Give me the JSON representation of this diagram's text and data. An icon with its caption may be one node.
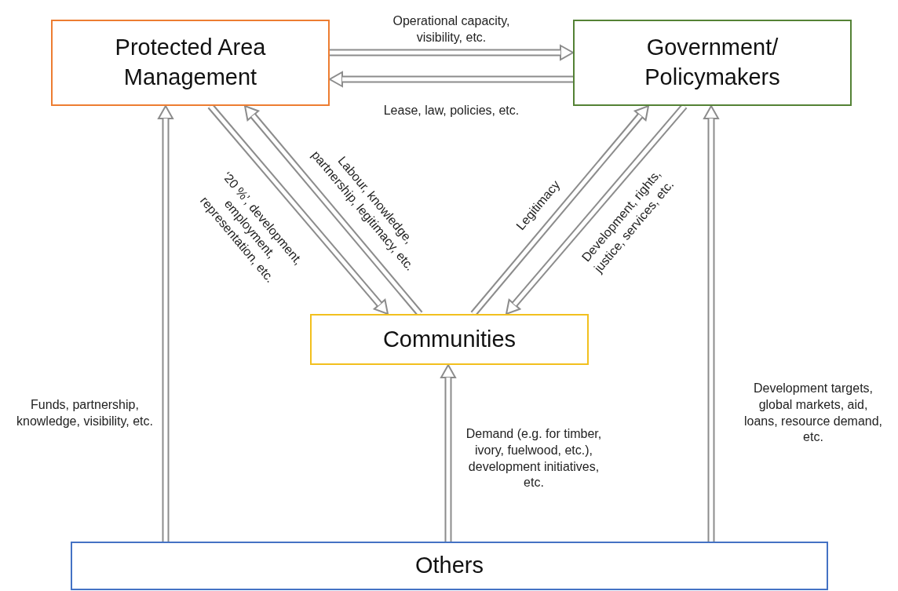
{
  "diagram": {
    "nodes": [
      {
        "text": [
          "Protected Area Management"
        ]
      },
      {
        "text": [
          "Government/ Policymakers"
        ]
      },
      {
        "text": [
          "Communities"
        ]
      },
      {
        "text": [
          "Others"
        ]
      }
    ],
    "edges": [
      {
        "from": 0,
        "to": 1,
        "arrow": "to",
        "label": "Operational capacity, visibility, etc."
      },
      {
        "from": 1,
        "to": 0,
        "arrow": "to",
        "label": "Lease, law, policies, etc."
      },
      {
        "from": 0,
        "to": 2,
        "arrow": "to",
        "label": "‘20 %’, development, employment, representation, etc."
      },
      {
        "from": 2,
        "to": 0,
        "arrow": "to",
        "label": "Labour, knowledge, partnership, legitimacy, etc."
      },
      {
        "from": 2,
        "to": 1,
        "arrow": "to",
        "label": "Legitimacy"
      },
      {
        "from": 1,
        "to": 2,
        "arrow": "to",
        "label": "Development, rights, justice, services, etc."
      },
      {
        "from": 3,
        "to": 0,
        "arrow": "to",
        "label": "Funds, partnership, knowledge, visibility, etc."
      },
      {
        "from": 3,
        "to": 2,
        "arrow": "to",
        "label": "Demand (e.g. for timber, ivory, fuelwood, etc.), development initiatives, etc."
      },
      {
        "from": 3,
        "to": 1,
        "arrow": "to",
        "label": "Development targets, global markets, aid, loans, resource demand, etc."
      }
    ]
  }
}
